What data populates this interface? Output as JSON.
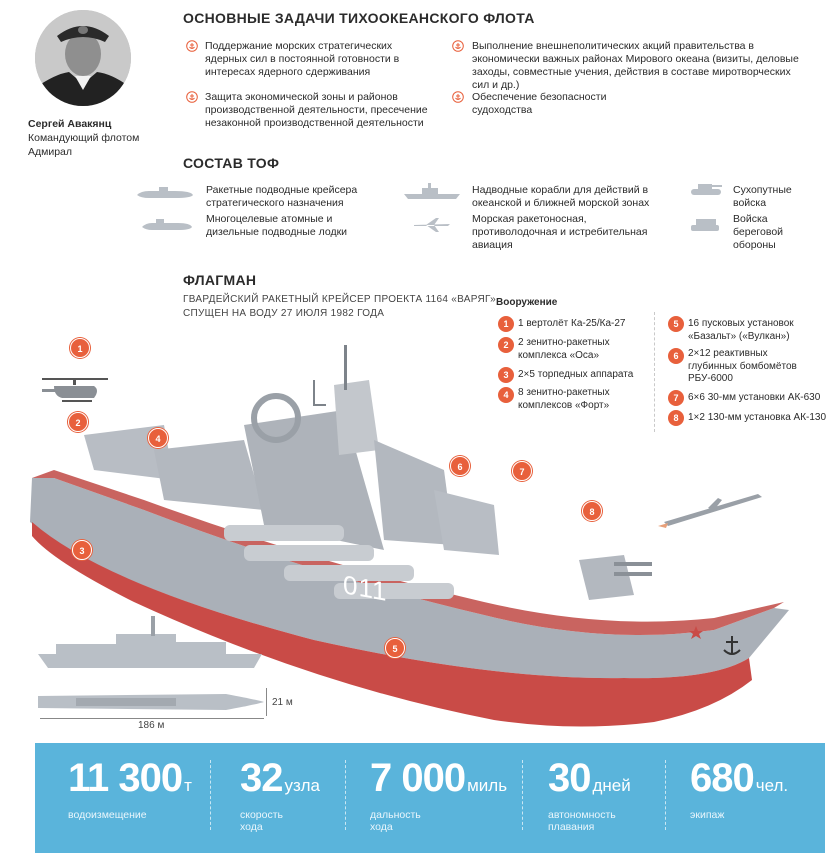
{
  "tasks": {
    "title": "Основные задачи Тихоокеанского флота",
    "items": [
      "Поддержание морских стратегических ядерных сил в постоянной готовности в интересах ядерного сдерживания",
      "Выполнение внешнеполитических акций правительства в экономически важных районах Мирового океана (визиты, деловые заходы, совместные учения, действия в составе миротворческих сил и др.)",
      "Защита экономической зоны и районов производственной деятельности, пресечение незаконной производственной деятельности",
      "Обеспечение безопасности судоходства"
    ]
  },
  "commander": {
    "name": "Сергей Авакянц",
    "role": "Командующий флотом",
    "rank": "Адмирал"
  },
  "composition": {
    "title": "Состав ТОФ",
    "items": [
      "Ракетные подводные крейсера стратегического назначения",
      "Многоцелевые атомные и дизельные подводные лодки",
      "Надводные корабли для действий в океанской и ближней морской зонах",
      "Морская ракетоносная, противолодочная и истребительная авиация",
      "Сухопутные войска",
      "Войска береговой обороны"
    ]
  },
  "flagship": {
    "title": "Флагман",
    "subtitle_line1": "Гвардейский ракетный крейсер проекта 1164 «Варяг»",
    "subtitle_line2": "спущен на воду 27 июля 1982 года",
    "hull_number": "011",
    "length_label": "186 м",
    "width_label": "21 м"
  },
  "armament": {
    "title": "Вооружение",
    "items": [
      {
        "n": "1",
        "text": "1 вертолёт Ка-25/Ка-27"
      },
      {
        "n": "2",
        "text": "2 зенитно-ракетных комплекса «Оса»"
      },
      {
        "n": "3",
        "text": "2×5 торпедных аппарата"
      },
      {
        "n": "4",
        "text": "8 зенитно-ракетных комплексов «Форт»"
      },
      {
        "n": "5",
        "text": "16 пусковых установок «Базальт» («Вулкан»)"
      },
      {
        "n": "6",
        "text": "2×12 реактивных глубинных бомбомётов РБУ-6000"
      },
      {
        "n": "7",
        "text": "6×6 30-мм установки АК-630"
      },
      {
        "n": "8",
        "text": "1×2 130-мм установка АК-130"
      }
    ]
  },
  "stats": [
    {
      "value": "11 300",
      "unit": "т",
      "label_1": "водоизмещение",
      "label_2": ""
    },
    {
      "value": "32",
      "unit": "узла",
      "label_1": "скорость",
      "label_2": "хода"
    },
    {
      "value": "7 000",
      "unit": "миль",
      "label_1": "дальность",
      "label_2": "хода"
    },
    {
      "value": "30",
      "unit": "дней",
      "label_1": "автономность",
      "label_2": "плавания"
    },
    {
      "value": "680",
      "unit": "чел.",
      "label_1": "экипаж",
      "label_2": ""
    }
  ],
  "colors": {
    "accent": "#e8603c",
    "band": "#5ab4db",
    "hull": "#a9adb4",
    "deck": "#c94b47"
  }
}
